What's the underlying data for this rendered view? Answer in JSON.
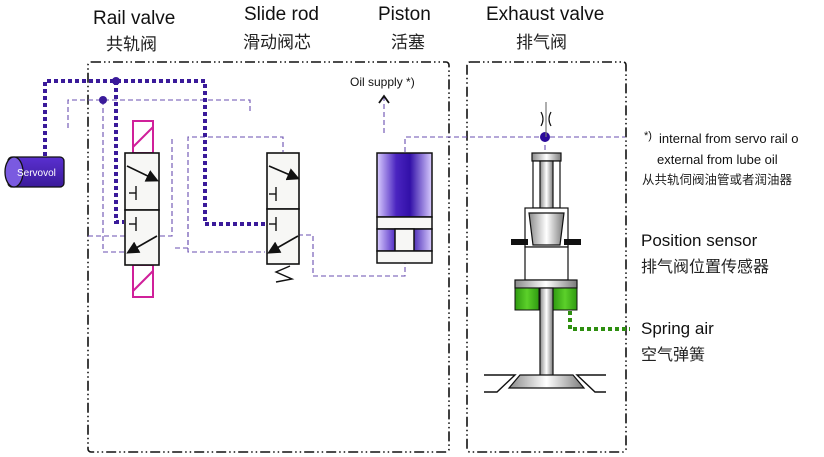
{
  "diagram": {
    "title_columns": [
      {
        "en": "Rail valve",
        "cn": "共轨阀"
      },
      {
        "en": "Slide rod",
        "cn": "滑动阀芯"
      },
      {
        "en": "Piston",
        "cn": "活塞"
      },
      {
        "en": "Exhaust valve",
        "cn": "排气阀"
      }
    ],
    "servo_label": "Servovol",
    "oil_supply_label": "Oil supply *)",
    "footnote": {
      "marker": "*)",
      "line1": "internal from servo rail o",
      "line2": "external from lube oil",
      "line3_cn": "从共轨伺阀油管或者润油器"
    },
    "position_sensor": {
      "en": "Position sensor",
      "cn": "排气阀位置传感器"
    },
    "spring_air": {
      "en": "Spring air",
      "cn": "空气弹簧"
    },
    "colors": {
      "rail_line": "#3a1a9a",
      "pilot_line": "#6a4fb0",
      "solenoid": "#d0209a",
      "piston_fill": "#4a24c0",
      "spring_air": "#3fae1a",
      "spring_air_line": "#2e8f10"
    }
  }
}
